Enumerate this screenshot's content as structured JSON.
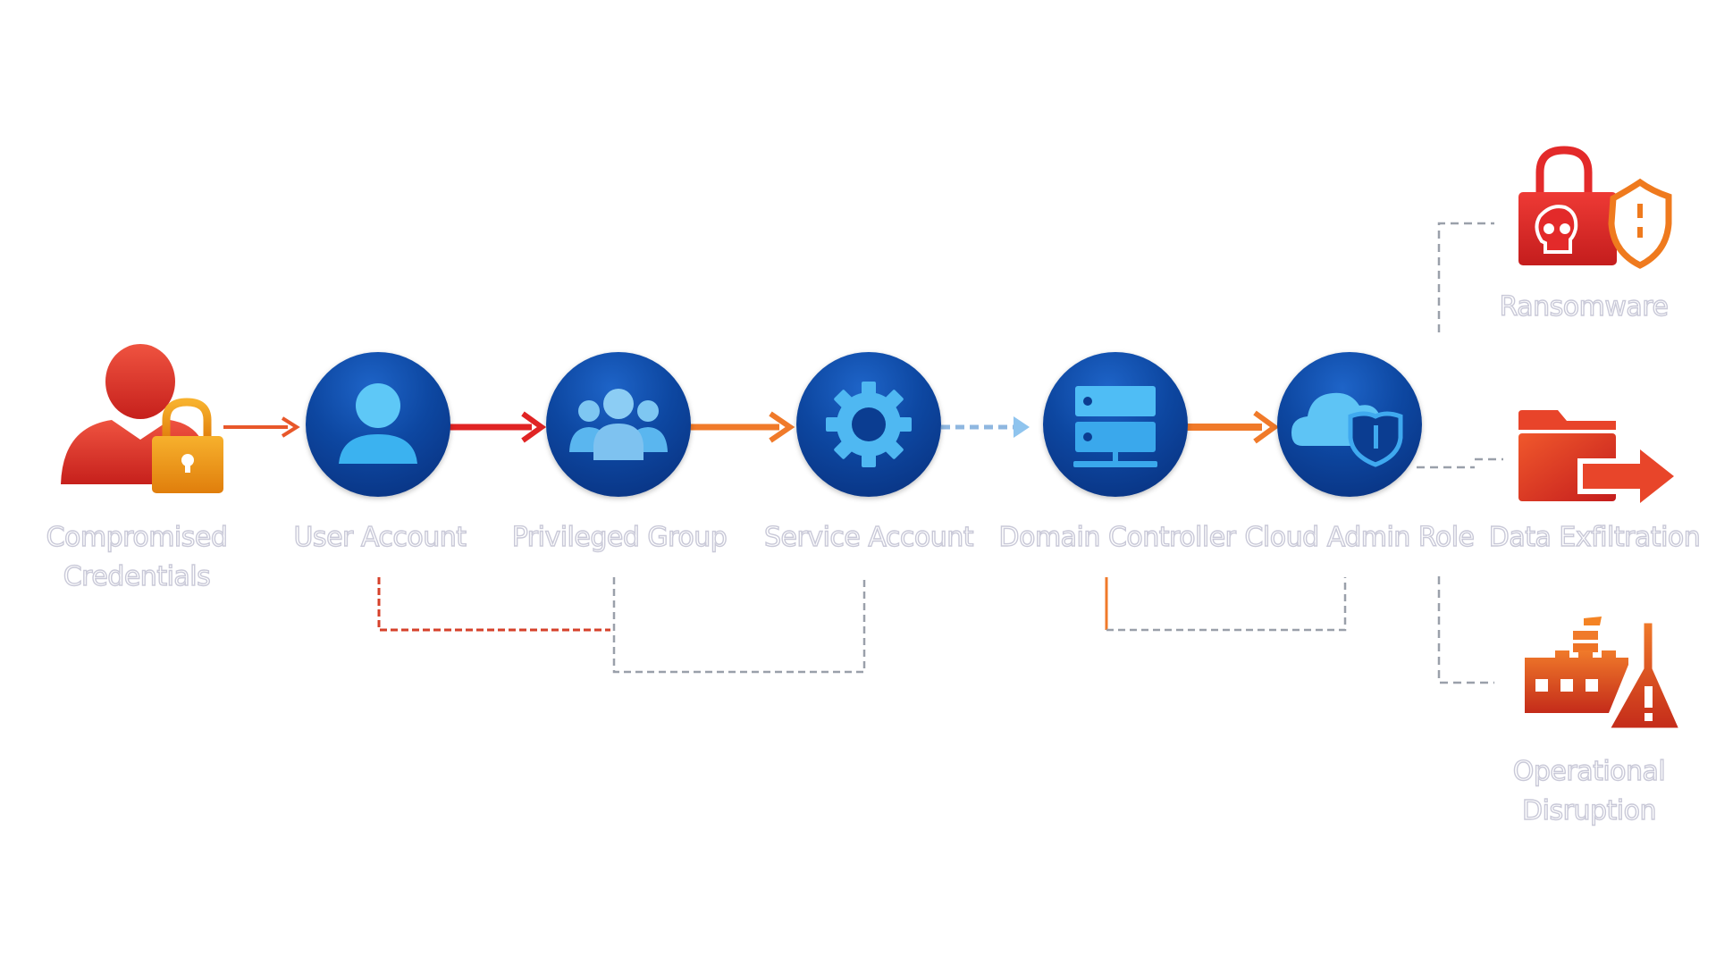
{
  "diagram": {
    "title": "Attack path: compromised credentials to business impact",
    "source": {
      "label_line1": "Compromised",
      "label_line2": "Credentials",
      "icon": "compromised-user-lock-icon"
    },
    "nodes": [
      {
        "id": "user-account",
        "label": "User Account",
        "icon": "user-icon"
      },
      {
        "id": "privileged-group",
        "label": "Privileged Group",
        "icon": "group-icon"
      },
      {
        "id": "service-account",
        "label": "Service Account",
        "icon": "gear-icon"
      },
      {
        "id": "domain-controller",
        "label": "Domain Controller",
        "icon": "server-icon"
      },
      {
        "id": "cloud-admin-role",
        "label": "Cloud Admin Role",
        "icon": "cloud-shield-icon"
      }
    ],
    "impacts": [
      {
        "id": "ransomware",
        "label": "Ransomware",
        "icon": "ransomware-lock-skull-icon"
      },
      {
        "id": "data-exfiltration",
        "label": "Data Exfiltration",
        "icon": "folder-export-icon"
      },
      {
        "id": "operational-disruption",
        "label_line1": "Operational",
        "label_line2": "Disruption",
        "icon": "factory-warning-icon"
      }
    ],
    "edges": [
      {
        "from": "compromised-credentials",
        "to": "user-account",
        "style": "solid",
        "color": "#e8572a"
      },
      {
        "from": "user-account",
        "to": "privileged-group",
        "style": "solid",
        "color": "#e02424"
      },
      {
        "from": "privileged-group",
        "to": "service-account",
        "style": "solid",
        "color": "#f07a2a"
      },
      {
        "from": "service-account",
        "to": "domain-controller",
        "style": "dashed",
        "color": "#8fb7e0"
      },
      {
        "from": "domain-controller",
        "to": "cloud-admin-role",
        "style": "solid",
        "color": "#f07a2a"
      }
    ],
    "colors": {
      "node_blue": "#0d47a1",
      "icon_light_blue": "#4fc3f7",
      "threat_red": "#d32f2f",
      "threat_orange": "#f57c00",
      "connector_gray": "#9aa0aa",
      "label_outline": "#c9c9d8"
    }
  }
}
